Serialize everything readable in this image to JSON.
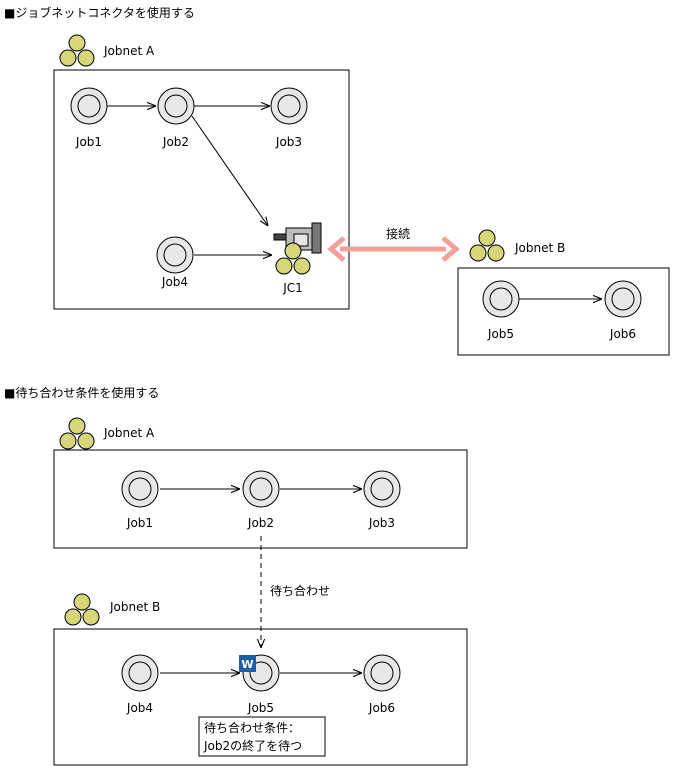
{
  "section1": {
    "heading": "■ジョブネットコネクタを使用する",
    "jobnet_a": {
      "label": "Jobnet A",
      "jobs": [
        "Job1",
        "Job2",
        "Job3",
        "Job4"
      ],
      "connector": "JC1"
    },
    "connection_label": "接続",
    "jobnet_b": {
      "label": "Jobnet B",
      "jobs": [
        "Job5",
        "Job6"
      ]
    }
  },
  "section2": {
    "heading": "■待ち合わせ条件を使用する",
    "jobnet_a": {
      "label": "Jobnet A",
      "jobs": [
        "Job1",
        "Job2",
        "Job3"
      ]
    },
    "wait_label": "待ち合わせ",
    "jobnet_b": {
      "label": "Jobnet B",
      "jobs": [
        "Job4",
        "Job5",
        "Job6"
      ],
      "wait_badge": "W",
      "condition_line1": "待ち合わせ条件：",
      "condition_line2": "Job2の終了を待つ"
    }
  },
  "colors": {
    "job_ring": "#e6e6e6",
    "jobnet_icon": "#d7d77a",
    "connection_arrow": "#f4a09a",
    "wait_badge": "#1a5fa8"
  }
}
